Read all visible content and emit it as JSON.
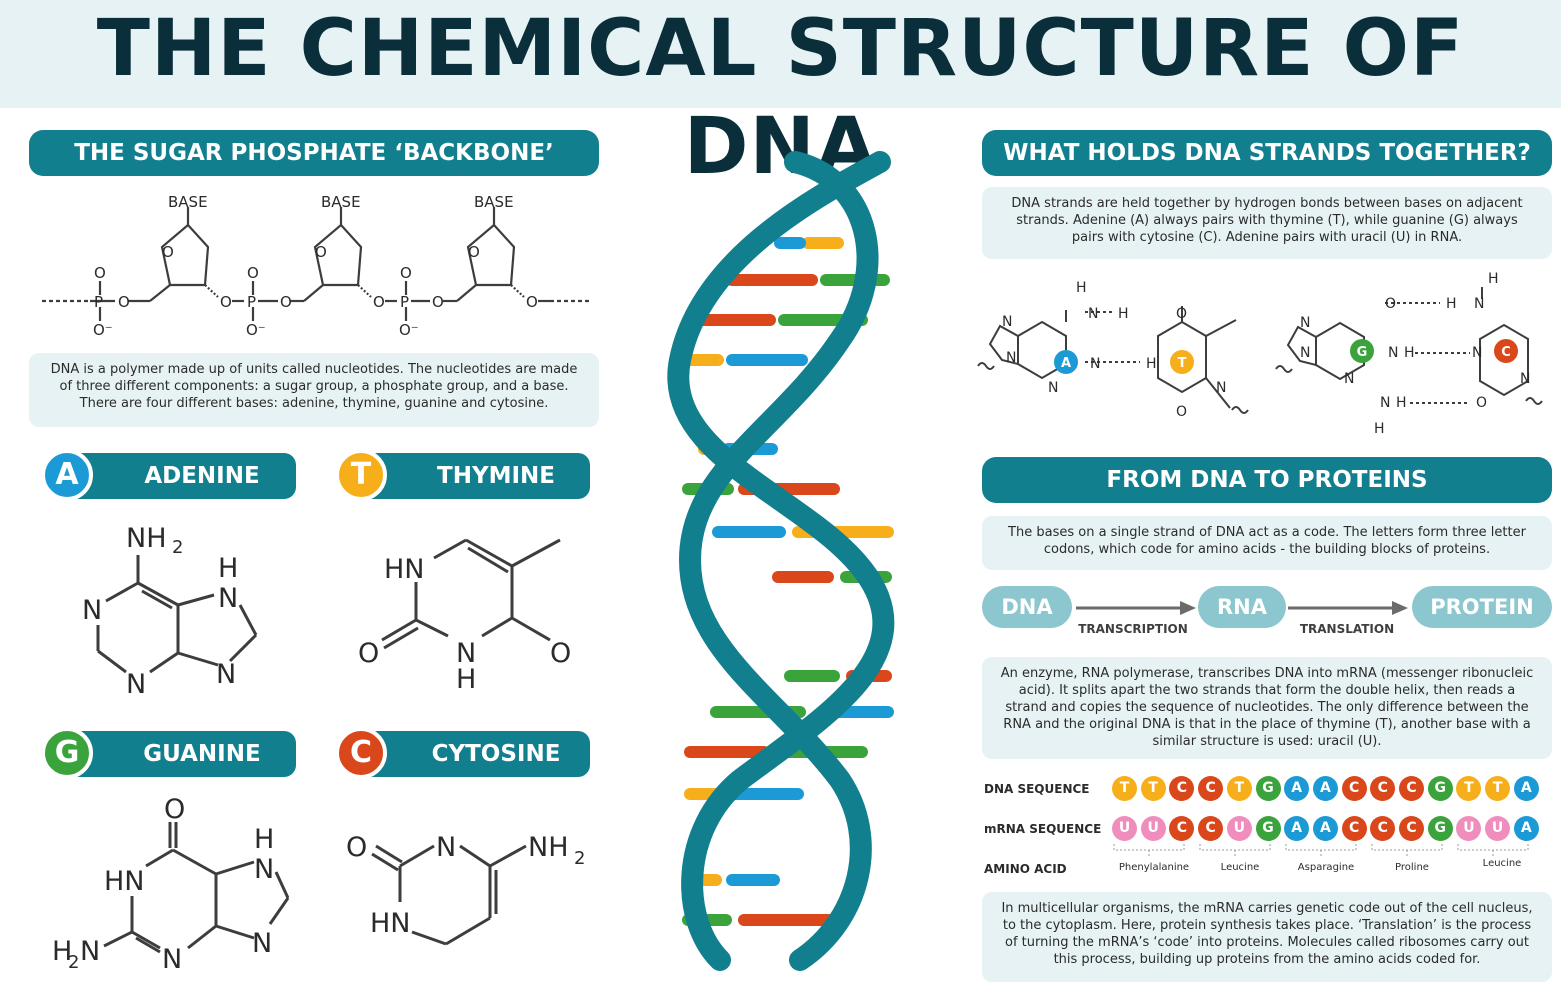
{
  "title": "THE CHEMICAL STRUCTURE OF DNA",
  "colors": {
    "teal": "#127f8f",
    "dark_navy": "#0a2f3a",
    "light_bg": "#e6f2f3",
    "adenine_blue": "#1c9ad6",
    "thymine_yellow": "#f6ae1b",
    "guanine_green": "#3ba33b",
    "cytosine_orange": "#d9471a",
    "uracil_pink": "#ef8dbd",
    "flow_light": "#8cc6ce"
  },
  "left": {
    "header": "THE SUGAR PHOSPHATE ‘BACKBONE’",
    "backbone_labels": {
      "base": "BASE",
      "o": "O",
      "p": "P",
      "o_minus": "O⁻"
    },
    "description": "DNA is a polymer made up of units called nucleotides. The nucleotides are made of three different components: a sugar group, a phosphate group, and a base. There are four different bases: adenine, thymine, guanine and cytosine.",
    "bases": [
      {
        "letter": "A",
        "name": "ADENINE",
        "color": "#1c9ad6"
      },
      {
        "letter": "T",
        "name": "THYMINE",
        "color": "#f6ae1b"
      },
      {
        "letter": "G",
        "name": "GUANINE",
        "color": "#3ba33b"
      },
      {
        "letter": "C",
        "name": "CYTOSINE",
        "color": "#d9471a"
      }
    ],
    "atoms": {
      "nh2": "NH",
      "two": "2",
      "n": "N",
      "h": "H",
      "hn": "HN",
      "o": "O",
      "h2n_h": "H",
      "h2n_n": "N"
    }
  },
  "right": {
    "header_top": "WHAT HOLDS DNA STRANDS TOGETHER?",
    "top_description": "DNA strands are held together by hydrogen bonds between bases on adjacent strands. Adenine (A) always pairs with thymine (T), while guanine (G) always pairs with cytosine (C). Adenine pairs with uracil (U) in RNA.",
    "header_bottom": "FROM DNA TO PROTEINS",
    "code_description": "The bases on a single strand of DNA act as a code. The letters form three letter codons, which code for amino acids - the building blocks of proteins.",
    "flow": {
      "dna": "DNA",
      "rna": "RNA",
      "protein": "PROTEIN",
      "transcription": "TRANSCRIPTION",
      "translation": "TRANSLATION"
    },
    "enzyme_description": "An enzyme, RNA polymerase, transcribes DNA into mRNA (messenger ribonucleic acid). It splits apart the two strands that form the double helix, then reads a strand and copies the sequence of nucleotides. The only difference between the RNA and the original DNA is that in the place of thymine (T), another base with a similar structure is used: uracil (U).",
    "sequence": {
      "dna_label": "DNA SEQUENCE",
      "mrna_label": "mRNA SEQUENCE",
      "amino_label": "AMINO ACID",
      "dna": [
        "T",
        "T",
        "C",
        "C",
        "T",
        "G",
        "A",
        "A",
        "C",
        "C",
        "C",
        "G",
        "T",
        "T",
        "A"
      ],
      "mrna": [
        "U",
        "U",
        "C",
        "C",
        "U",
        "G",
        "A",
        "A",
        "C",
        "C",
        "C",
        "G",
        "U",
        "U",
        "A"
      ],
      "amino_acids": [
        "Phenylalanine",
        "Leucine",
        "Asparagine",
        "Proline",
        "Leucine"
      ]
    },
    "translation_description": "In multicellular organisms, the mRNA carries genetic code out of the cell nucleus, to the cytoplasm. Here, protein synthesis takes place. ‘Translation’ is the process of turning the mRNA’s ‘code’ into proteins. Molecules called ribosomes carry out this process, building up proteins from the amino acids coded for."
  }
}
